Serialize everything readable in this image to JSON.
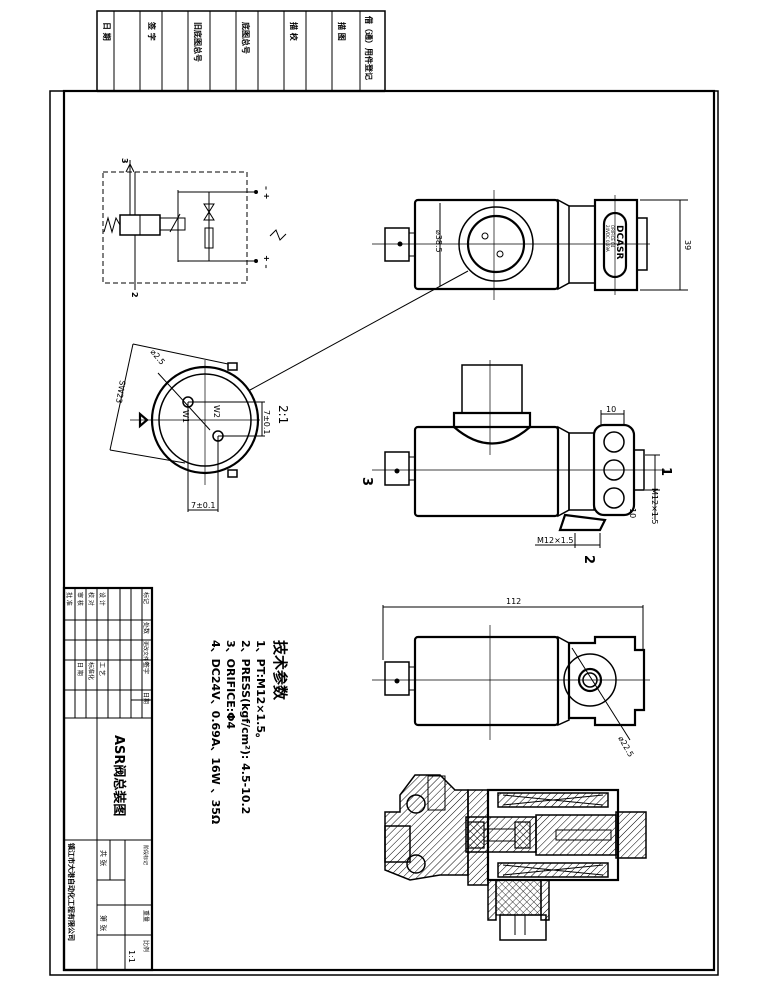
{
  "record_table": {
    "cells": [
      "日 期",
      "签 字",
      "旧底图总号",
      "底图总号",
      "描 校",
      "描 图",
      "借（通）用件登记"
    ]
  },
  "top_view": {
    "diameter": "⌀38.5",
    "height": "39",
    "plate_brand": "DCASR",
    "plate_line2": "ORIFICE 04",
    "plate_line3": "24VDC 0.69A"
  },
  "schematic": {
    "port_top": "3",
    "port_bottom": "2",
    "term1": "– +",
    "term2": "+ –"
  },
  "pin_detail": {
    "hole": "⌀2.5",
    "sw": "SW23",
    "pin1": "W1",
    "pin2": "W2",
    "dim_v": "7±0.1",
    "dim_h": "7±0.1",
    "scale": "2:1"
  },
  "front_view": {
    "port1": "1",
    "port2": "2",
    "port3": "3",
    "dim_top": "10",
    "dim_right": "10",
    "thread_right": "M12×1.5",
    "thread_bottom": "M12×1.5"
  },
  "side_view": {
    "length": "112",
    "diameter": "⌀22.5"
  },
  "tech_params": {
    "title": "技术参数",
    "items": [
      "1、PT:M12×1.5。",
      "2、PRESS(kgf/cm²): 4.5-10.2",
      "3、ORIFICE:Φ4",
      "4、DC24V、0.69A、16W 、35Ω"
    ]
  },
  "title_block": {
    "header": [
      "标记",
      "处数",
      "更改文件号",
      "签字",
      "日期"
    ],
    "rows": [
      "设 计",
      "校 对",
      "审 核",
      "批 准"
    ],
    "rows2": [
      "工 艺",
      "标准化",
      "日 期"
    ],
    "drawing_title": "ASR阀总装图",
    "stage_label": "阶段标记",
    "weight_label": "重量",
    "scale_label": "比例",
    "scale": "1:1",
    "sheets_total": "共 张",
    "sheet_no": "第 张",
    "company": "镇江市大港自动化工程有限公司"
  }
}
